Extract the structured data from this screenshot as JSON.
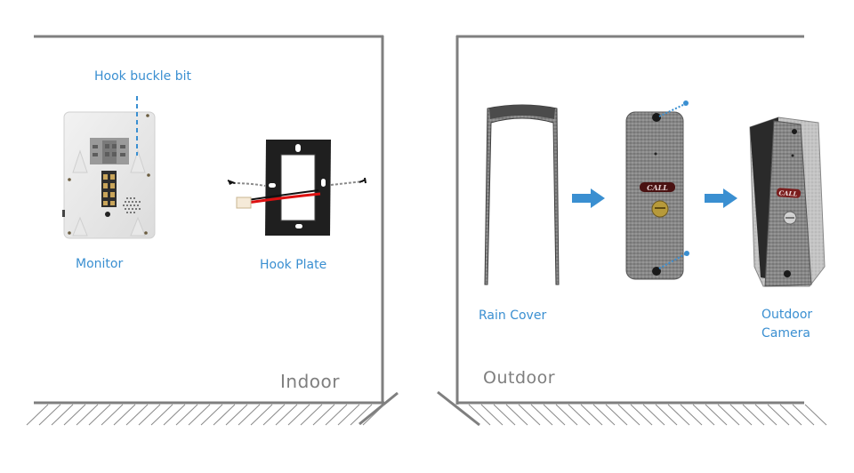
{
  "indoor": {
    "section_label": "Indoor",
    "callout_label": "Hook buckle bit",
    "items": [
      {
        "name": "Monitor"
      },
      {
        "name": "Hook Plate"
      }
    ]
  },
  "outdoor": {
    "section_label": "Outdoor",
    "items": [
      {
        "name": "Rain Cover"
      },
      {
        "name": "Outdoor",
        "name_line2": "Camera"
      }
    ],
    "call_button_text": "CALL"
  },
  "colors": {
    "accent_blue": "#3a8fd1",
    "wall_gray": "#7f7f7f"
  }
}
